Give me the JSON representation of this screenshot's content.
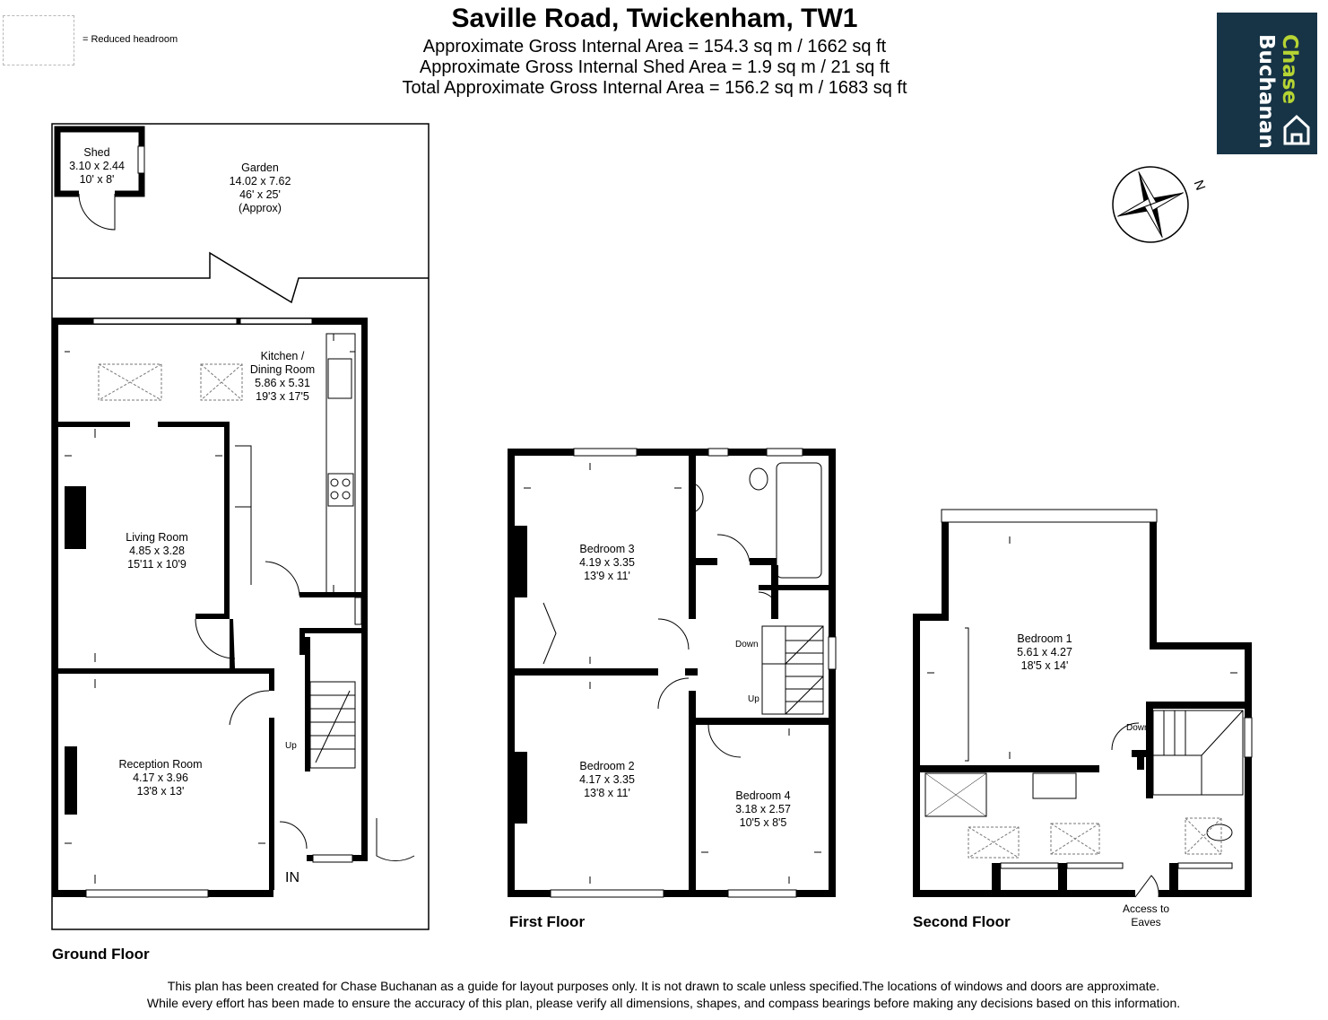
{
  "header": {
    "title": "Saville Road, Twickenham, TW1",
    "area_line": "Approximate Gross Internal Area = 154.3 sq m / 1662 sq ft",
    "shed_area_line": "Approximate Gross Internal Shed Area = 1.9 sq m / 21 sq ft",
    "total_area_line": "Total Approximate Gross Internal Area = 156.2 sq m / 1683 sq ft"
  },
  "legend": {
    "label": "= Reduced headroom"
  },
  "logo": {
    "word1": "Chase",
    "word2": "Buchanan",
    "background": "#173446",
    "accent": "#b6d433"
  },
  "compass": {
    "label": "N"
  },
  "ground_floor": {
    "label": "Ground Floor",
    "shed": {
      "name": "Shed",
      "metric": "3.10 x 2.44",
      "imperial": "10' x 8'"
    },
    "garden": {
      "name": "Garden",
      "metric": "14.02 x 7.62",
      "imperial": "46' x 25'",
      "note": "(Approx)"
    },
    "kitchen": {
      "name": "Kitchen /",
      "name2": "Dining Room",
      "metric": "5.86 x 5.31",
      "imperial": "19'3 x 17'5"
    },
    "living": {
      "name": "Living Room",
      "metric": "4.85 x 3.28",
      "imperial": "15'11 x 10'9"
    },
    "reception": {
      "name": "Reception Room",
      "metric": "4.17 x 3.96",
      "imperial": "13'8 x 13'"
    },
    "up_label": "Up",
    "entrance_label": "IN"
  },
  "first_floor": {
    "label": "First Floor",
    "bedroom3": {
      "name": "Bedroom 3",
      "metric": "4.19 x 3.35",
      "imperial": "13'9 x 11'"
    },
    "bedroom2": {
      "name": "Bedroom 2",
      "metric": "4.17 x 3.35",
      "imperial": "13'8 x 11'"
    },
    "bedroom4": {
      "name": "Bedroom 4",
      "metric": "3.18 x 2.57",
      "imperial": "10'5 x 8'5"
    },
    "down_label": "Down",
    "up_label": "Up"
  },
  "second_floor": {
    "label": "Second Floor",
    "bedroom1": {
      "name": "Bedroom 1",
      "metric": "5.61 x 4.27",
      "imperial": "18'5 x 14'"
    },
    "down_label": "Down",
    "eaves_line1": "Access to",
    "eaves_line2": "Eaves"
  },
  "footer": {
    "line1": "This plan has been created for Chase Buchanan as a guide for layout purposes only. It is not drawn to scale unless specified.The locations of windows and doors are approximate.",
    "line2": "While every effort has been made to ensure the accuracy of this plan, please verify all dimensions, shapes, and compass bearings before making any decisions based on this information."
  }
}
